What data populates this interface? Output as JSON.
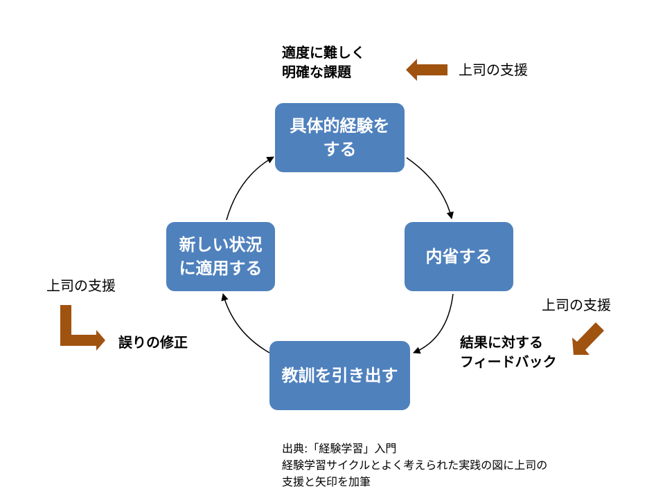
{
  "cycle": {
    "experience": "具体的経験を\nする",
    "reflect": "内省する",
    "lessons": "教訓を引き出す",
    "apply": "新しい状況\nに適用する"
  },
  "annotations": {
    "task": "適度に難しく\n明確な課題",
    "support_top": "上司の支援",
    "support_right": "上司の支援",
    "feedback": "結果に対する\nフィードバック",
    "support_left": "上司の支援",
    "correction": "誤りの修正"
  },
  "source": {
    "text": "出典:「経験学習」入門\n経験学習サイクルとよく考えられた実践の図に上司の\n支援と矢印を加筆"
  },
  "colors": {
    "box_fill": "#4f81bd",
    "support_arrow": "#a0520f",
    "cycle_arrow": "#000000"
  }
}
